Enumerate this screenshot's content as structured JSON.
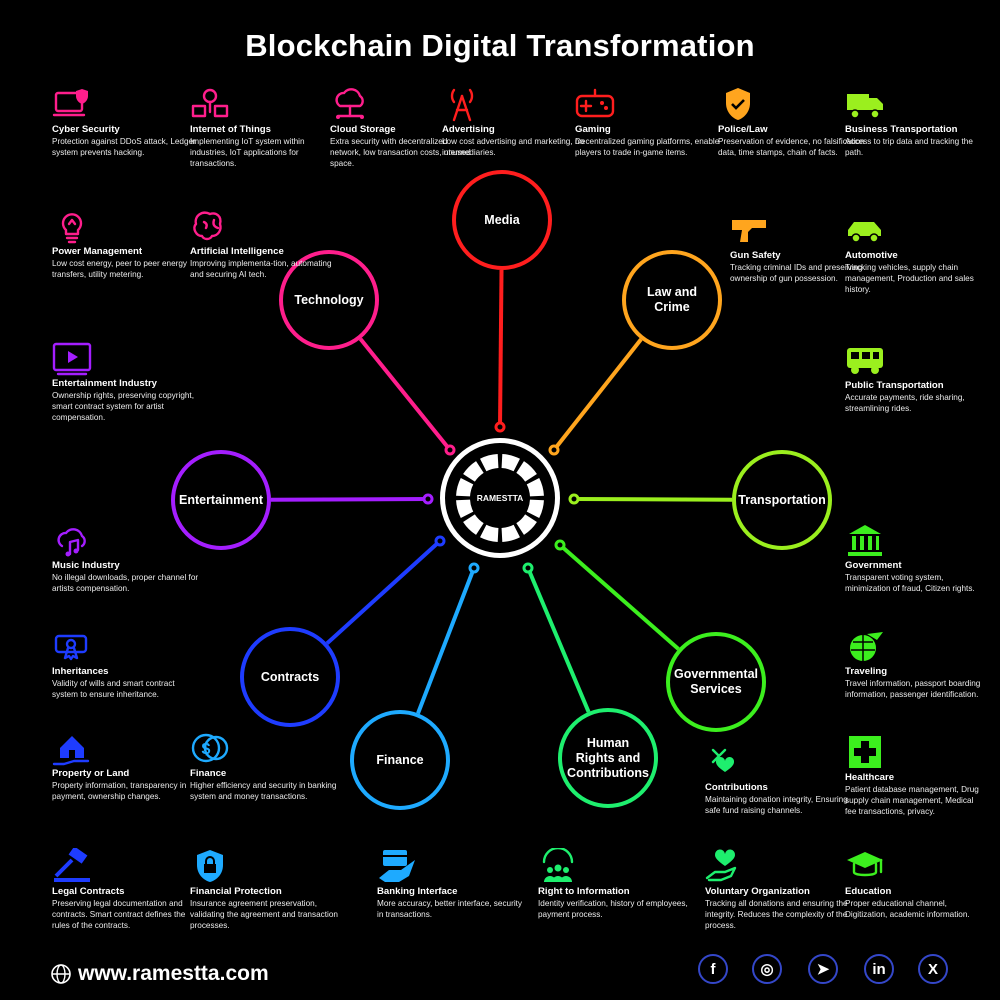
{
  "title": "Blockchain Digital Transformation",
  "center": {
    "logo_text": "RAMESTTA"
  },
  "hubs": {
    "media": {
      "label": "Media",
      "color": "#ff1e1e"
    },
    "technology": {
      "label": "Technology",
      "color": "#ff1e8c"
    },
    "law": {
      "label": "Law and Crime",
      "color": "#ffa51e"
    },
    "entertainment": {
      "label": "Entertainment",
      "color": "#a41eff"
    },
    "transportation": {
      "label": "Transportation",
      "color": "#9bef1e"
    },
    "contracts": {
      "label": "Contracts",
      "color": "#1e3cff"
    },
    "finance": {
      "label": "Finance",
      "color": "#1eaaff"
    },
    "human": {
      "label": "Human Rights and Contributions",
      "color": "#1eef6e"
    },
    "gov": {
      "label": "Governmental Services",
      "color": "#3cef1e"
    }
  },
  "features": {
    "cyber": {
      "title": "Cyber Security",
      "desc": "Protection against DDoS attack, Ledger system prevents hacking.",
      "icon": "shield-laptop-icon",
      "color": "#ff1e8c"
    },
    "iot": {
      "title": "Internet of Things",
      "desc": "Implementing IoT system within industries, IoT applications for transactions.",
      "icon": "iot-network-icon",
      "color": "#ff1e8c"
    },
    "cloud": {
      "title": "Cloud Storage",
      "desc": "Extra security with decentralized network, low transaction costs, unused space.",
      "icon": "cloud-network-icon",
      "color": "#ff1e8c"
    },
    "advertising": {
      "title": "Advertising",
      "desc": "Low cost advertising and marketing, no intermediaries.",
      "icon": "antenna-icon",
      "color": "#ff1e1e"
    },
    "gaming": {
      "title": "Gaming",
      "desc": "Decentralized gaming platforms, enable players to trade in-game items.",
      "icon": "gamepad-icon",
      "color": "#ff1e1e"
    },
    "police": {
      "title": "Police/Law",
      "desc": "Preservation of evidence, no falsification data, time stamps, chain of facts.",
      "icon": "badge-icon",
      "color": "#ffa51e"
    },
    "biztransport": {
      "title": "Business Transportation",
      "desc": "Access to trip data and tracking the path.",
      "icon": "truck-icon",
      "color": "#9bef1e"
    },
    "power": {
      "title": "Power Management",
      "desc": "Low cost energy, peer to peer energy transfers, utility metering.",
      "icon": "lightbulb-icon",
      "color": "#ff1e8c"
    },
    "ai": {
      "title": "Artificial Intelligence",
      "desc": "Improving implementa-tion, automating and securing AI tech.",
      "icon": "brain-icon",
      "color": "#ff1e8c"
    },
    "gun": {
      "title": "Gun Safety",
      "desc": "Tracking criminal IDs and preserving ownership of gun possession.",
      "icon": "gun-icon",
      "color": "#ffa51e"
    },
    "automotive": {
      "title": "Automotive",
      "desc": "Tracking vehicles, supply chain management, Production and sales history.",
      "icon": "car-icon",
      "color": "#9bef1e"
    },
    "entind": {
      "title": "Entertainment Industry",
      "desc": "Ownership rights, preserving copyright, smart contract system for artist compensation.",
      "icon": "video-player-icon",
      "color": "#a41eff"
    },
    "publictrans": {
      "title": "Public Transportation",
      "desc": "Accurate payments, ride sharing, streamlining rides.",
      "icon": "bus-icon",
      "color": "#9bef1e"
    },
    "music": {
      "title": "Music Industry",
      "desc": "No illegal downloads, proper channel for artists compensation.",
      "icon": "music-cloud-icon",
      "color": "#a41eff"
    },
    "government": {
      "title": "Government",
      "desc": "Transparent voting system, minimization of fraud, Citizen rights.",
      "icon": "government-building-icon",
      "color": "#3cef1e"
    },
    "inherit": {
      "title": "Inheritances",
      "desc": "Validity of wills and smart contract system to ensure inheritance.",
      "icon": "diploma-icon",
      "color": "#1e3cff"
    },
    "traveling": {
      "title": "Traveling",
      "desc": "Travel information, passport boarding information, passenger identification.",
      "icon": "globe-plane-icon",
      "color": "#3cef1e"
    },
    "property": {
      "title": "Property or Land",
      "desc": "Property information, transparency in payment, ownership changes.",
      "icon": "house-hand-icon",
      "color": "#1e3cff"
    },
    "finance": {
      "title": "Finance",
      "desc": "Higher efficiency and security in banking system and money transactions.",
      "icon": "coins-icon",
      "color": "#1eaaff"
    },
    "contributions": {
      "title": "Contributions",
      "desc": "Maintaining donation integrity, Ensuring safe fund raising channels.",
      "icon": "donation-icon",
      "color": "#1eef6e"
    },
    "healthcare": {
      "title": "Healthcare",
      "desc": "Patient database management, Drug supply chain management, Medical fee transactions, privacy.",
      "icon": "medical-cross-icon",
      "color": "#3cef1e"
    },
    "legal": {
      "title": "Legal Contracts",
      "desc": "Preserving legal documentation and contracts. Smart contract defines the rules of the contracts.",
      "icon": "gavel-icon",
      "color": "#1e3cff"
    },
    "finprot": {
      "title": "Financial Protection",
      "desc": "Insurance agreement preservation, validating the agreement and transaction processes.",
      "icon": "lock-shield-icon",
      "color": "#1eaaff"
    },
    "banking": {
      "title": "Banking Interface",
      "desc": "More accuracy, better interface, security in transactions.",
      "icon": "card-hand-icon",
      "color": "#1eaaff"
    },
    "rti": {
      "title": "Right to Information",
      "desc": "Identity verification, history of employees, payment process.",
      "icon": "people-icon",
      "color": "#1eef6e"
    },
    "voluntary": {
      "title": "Voluntary Organization",
      "desc": "Tracking all donations and ensuring the integrity. Reduces the complexity of the process.",
      "icon": "heart-hand-icon",
      "color": "#1eef6e"
    },
    "education": {
      "title": "Education",
      "desc": "Proper educational channel, Digitization, academic information.",
      "icon": "graduation-cap-icon",
      "color": "#3cef1e"
    }
  },
  "footer": {
    "url": "www.ramestta.com",
    "social": {
      "facebook": "f",
      "instagram": "◎",
      "telegram": "➤",
      "linkedin": "in",
      "x": "X"
    }
  }
}
